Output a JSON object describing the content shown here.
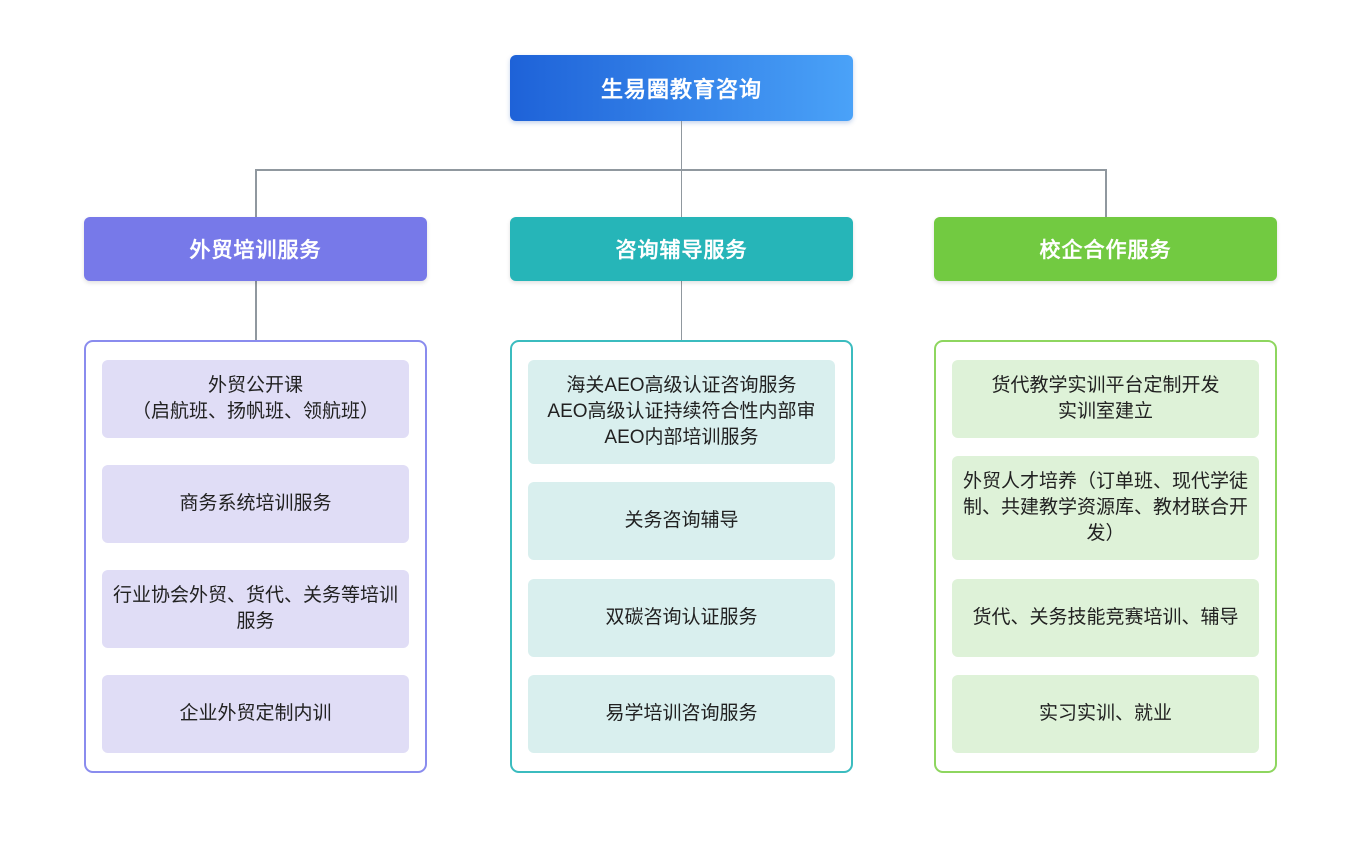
{
  "diagram": {
    "root": {
      "label": "生易圈教育咨询"
    },
    "branches": [
      {
        "label": "外贸培训服务",
        "items": [
          {
            "text": "外贸公开课\n（启航班、扬帆班、领航班）"
          },
          {
            "text": "商务系统培训服务"
          },
          {
            "text": "行业协会外贸、货代、关务等培训服务"
          },
          {
            "text": "企业外贸定制内训"
          }
        ]
      },
      {
        "label": "咨询辅导服务",
        "items": [
          {
            "text": "海关AEO高级认证咨询服务\nAEO高级认证持续符合性内部审\nAEO内部培训服务"
          },
          {
            "text": "关务咨询辅导"
          },
          {
            "text": "双碳咨询认证服务"
          },
          {
            "text": "易学培训咨询服务"
          }
        ]
      },
      {
        "label": "校企合作服务",
        "items": [
          {
            "text": "货代教学实训平台定制开发\n实训室建立"
          },
          {
            "text": "外贸人才培养（订单班、现代学徒制、共建教学资源库、教材联合开发）"
          },
          {
            "text": "货代、关务技能竞赛培训、辅导"
          },
          {
            "text": "实习实训、就业"
          }
        ]
      }
    ]
  },
  "colors": {
    "root-grad-start": "#1e62d8",
    "root-grad-end": "#4aa2f8",
    "branch1-header": "#7779e9",
    "branch1-border": "#8a8cee",
    "branch1-item": "#e0ddf6",
    "branch2-header": "#26b5b8",
    "branch2-border": "#3bbcbf",
    "branch2-item": "#d9efee",
    "branch3-header": "#72ca41",
    "branch3-border": "#8ed65f",
    "branch3-item": "#def2d8",
    "connector": "#90989f",
    "header-text": "#ffffff",
    "item-text": "#212121"
  }
}
